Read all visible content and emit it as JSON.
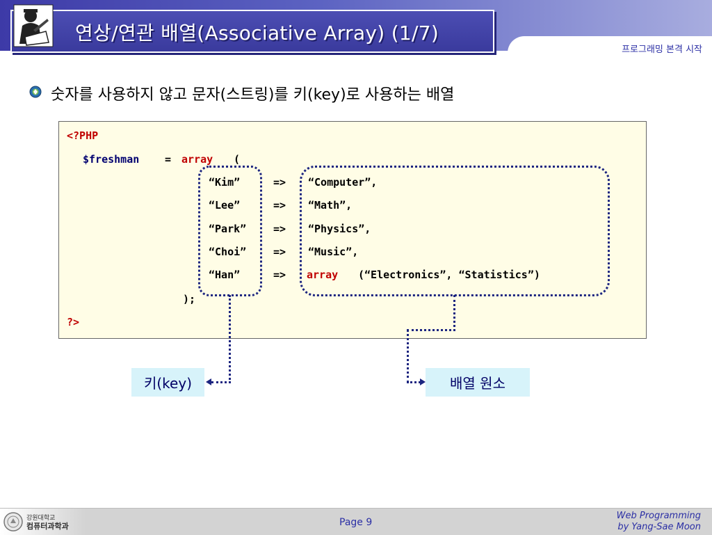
{
  "header": {
    "title": "연상/연관 배열(Associative Array) (1/7)",
    "subtitle": "프로그래밍 본격 시작"
  },
  "bullet": {
    "text": "숫자를 사용하지 않고 문자(스트링)를 키(key)로 사용하는 배열"
  },
  "code": {
    "open_tag": "<?PHP",
    "var_name": "$freshman",
    "assign": "=",
    "array_kw": "array",
    "open_paren": "(",
    "rows": [
      {
        "key": "“Kim”",
        "arrow": "=>",
        "value": "“Computer”,"
      },
      {
        "key": "“Lee”",
        "arrow": "=>",
        "value": "“Math”,"
      },
      {
        "key": "“Park”",
        "arrow": "=>",
        "value": "“Physics”,"
      },
      {
        "key": "“Choi”",
        "arrow": "=>",
        "value": "“Music”,"
      },
      {
        "key": "“Han”",
        "arrow": "=>",
        "value_kw": "array",
        "value": "(“Electronics”, “Statistics”)"
      }
    ],
    "close": ");",
    "close_tag": "?>"
  },
  "labels": {
    "key": "키(key)",
    "element": "배열 원소"
  },
  "footer": {
    "school_line1": "강원대학교",
    "school_line2": "컴퓨터과학과",
    "page": "Page 9",
    "course_line1": "Web Programming",
    "course_line2": "by Yang-Sae Moon"
  },
  "colors": {
    "header_blue": "#3d3aa7",
    "keyword_red": "#c00000",
    "dotted_navy": "#1c2580",
    "code_bg": "#fffde6",
    "label_bg": "#d7f3fa"
  },
  "icons": [
    "teacher-logo-icon",
    "bullet-emblem-icon",
    "university-seal-icon"
  ]
}
